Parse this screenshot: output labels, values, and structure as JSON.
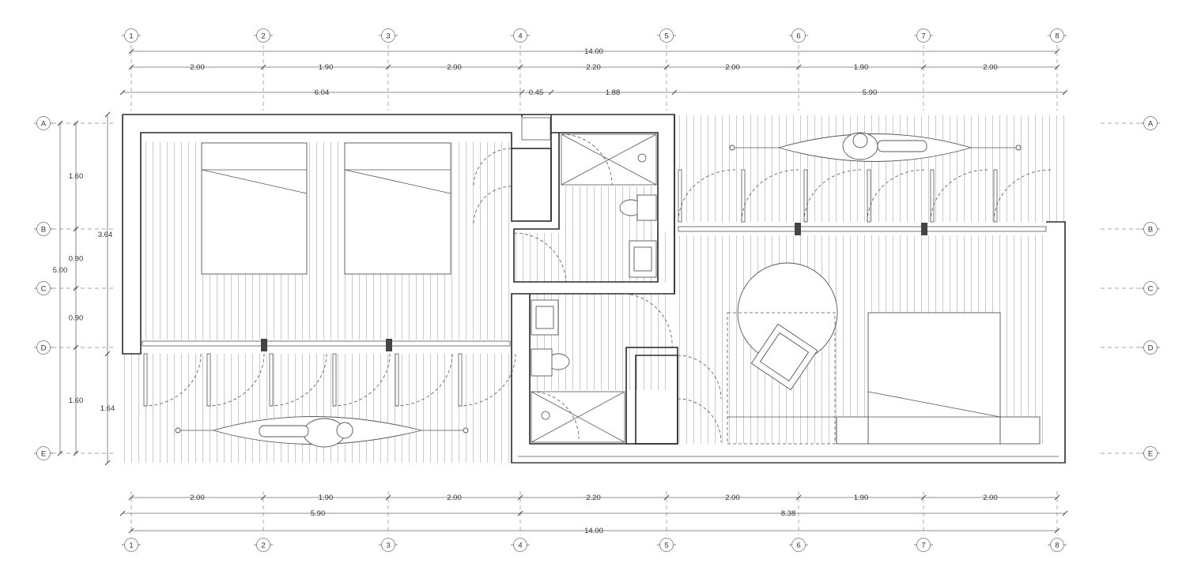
{
  "grid": {
    "columns": [
      "1",
      "2",
      "3",
      "4",
      "5",
      "6",
      "7",
      "8"
    ],
    "rows": [
      "A",
      "B",
      "C",
      "D",
      "E"
    ]
  },
  "dimensions": {
    "top_overall": "14.00",
    "top_bays": [
      "2.00",
      "1.90",
      "2.00",
      "2.20",
      "2.00",
      "1.90",
      "2.00"
    ],
    "top_partial": [
      "6.04",
      "0.45",
      "1.88",
      "5.90"
    ],
    "left_rows": [
      "1.60",
      "0.90",
      "0.90",
      "1.60"
    ],
    "left_overall": "5.00",
    "left_partial": [
      "3.64",
      "1.64"
    ],
    "bottom_bays": [
      "2.00",
      "1.90",
      "2.00",
      "2.20",
      "2.00",
      "1.90",
      "2.00"
    ],
    "bottom_partial": [
      "5.90",
      "8.38"
    ],
    "bottom_overall": "14.00"
  },
  "colors": {
    "line": "#2a2a2a",
    "dimension": "#6a6a6a",
    "hatch": "#b5b5b5"
  },
  "icons": [
    "grid-bubble-icon",
    "bed-icon",
    "toilet-icon",
    "basin-icon",
    "shower-icon",
    "armchair-icon",
    "hammock-icon",
    "door-swing-icon"
  ]
}
